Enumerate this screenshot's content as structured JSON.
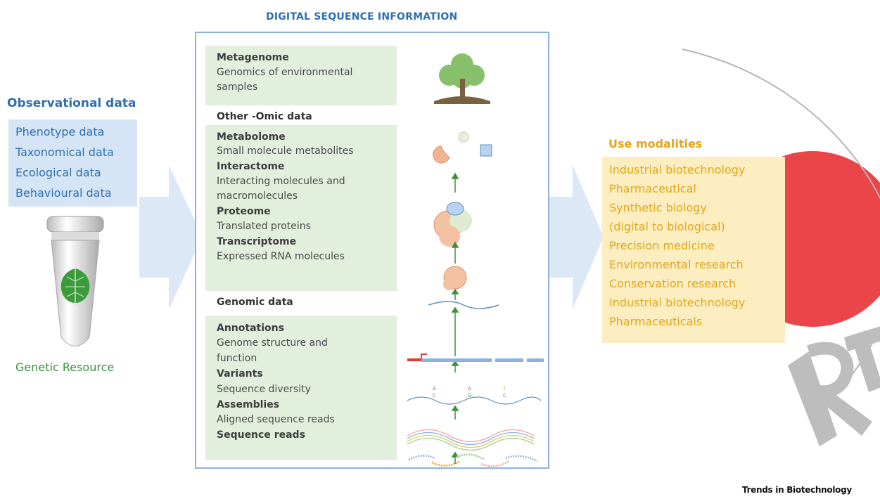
{
  "title": "DIGITAL SEQUENCE INFORMATION",
  "observational": {
    "title": "Observational data",
    "items": [
      "Phenotype data",
      "Taxonomical data",
      "Ecological data",
      "Behavioural data"
    ]
  },
  "genetic_resource": "Genetic Resource",
  "dsi": {
    "metagenome": {
      "name": "Metagenome",
      "desc1": "Genomics of environmental",
      "desc2": "samples"
    },
    "other_omic_label": "Other -Omic data",
    "metabolome": {
      "name": "Metabolome",
      "desc": "Small molecule metabolites"
    },
    "interactome": {
      "name": "Interactome",
      "desc1": "Interacting molecules and",
      "desc2": "macromolecules"
    },
    "proteome": {
      "name": "Proteome",
      "desc": "Translated proteins"
    },
    "transcriptome": {
      "name": "Transcriptome",
      "desc": "Expressed RNA molecules"
    },
    "genomic_label": "Genomic data",
    "annotations": {
      "name": "Annotations",
      "desc1": "Genome structure and",
      "desc2": "function"
    },
    "variants": {
      "name": "Variants",
      "desc": "Sequence diversity"
    },
    "assemblies": {
      "name": "Assemblies",
      "desc": "Aligned sequence reads"
    },
    "reads": {
      "name": "Sequence reads"
    }
  },
  "use": {
    "title": "Use modalities",
    "items": [
      "Industrial biotechnology",
      "Pharmaceutical",
      "Synthetic biology",
      "(digital to biological)",
      "Precision medicine",
      "Environmental research",
      "Conservation research",
      "Industrial biotechnology",
      "Pharmaceuticals"
    ]
  },
  "variant_letters": [
    "A",
    "C",
    "A",
    "G",
    "T",
    "C"
  ],
  "source": "Trends in Biotechnology",
  "colors": {
    "blue": "#2e6fb1",
    "green": "#3f8f3e",
    "orange": "#e3a51a",
    "green_box": "#e2efdc",
    "blue_box": "#d6e5f5",
    "orange_box": "#fdeec2"
  }
}
